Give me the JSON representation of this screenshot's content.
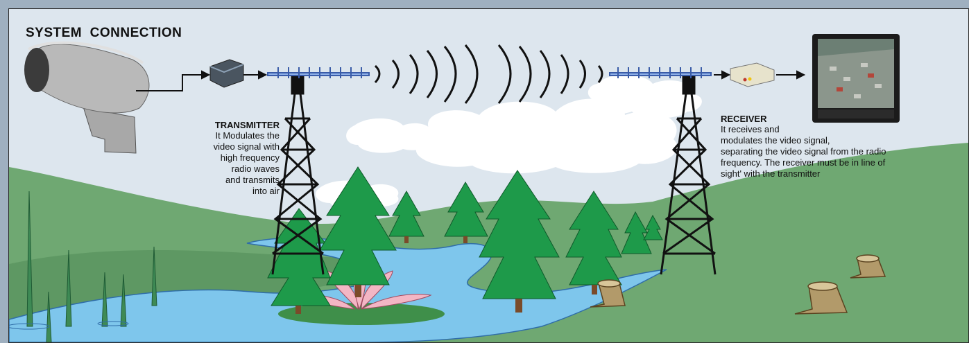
{
  "diagram": {
    "title": "SYSTEM  CONNECTION",
    "transmitter": {
      "heading": "TRANSMITTER",
      "lines": [
        "It Modulates the",
        "video signal with",
        "high frequency",
        "radio waves",
        "and transmits",
        "into air"
      ]
    },
    "receiver": {
      "heading": "RECEIVER",
      "lines": [
        "It receives and",
        "modulates the video signal,",
        "separating the video signal from the radio",
        "frequency. The receiver must be in line of",
        "sight' with the transmitter"
      ]
    },
    "components": [
      "camera-icon",
      "transmitter-box-icon",
      "transmit-antenna-icon",
      "receive-antenna-icon",
      "receiver-box-icon",
      "monitor-icon"
    ]
  },
  "colors": {
    "sky": "#dde6ee",
    "hill_green": "#6fa872",
    "river_blue": "#7ec6ec",
    "tree_green": "#1e9a4a",
    "cloud": "#ffffff",
    "arrow": "#111111"
  }
}
